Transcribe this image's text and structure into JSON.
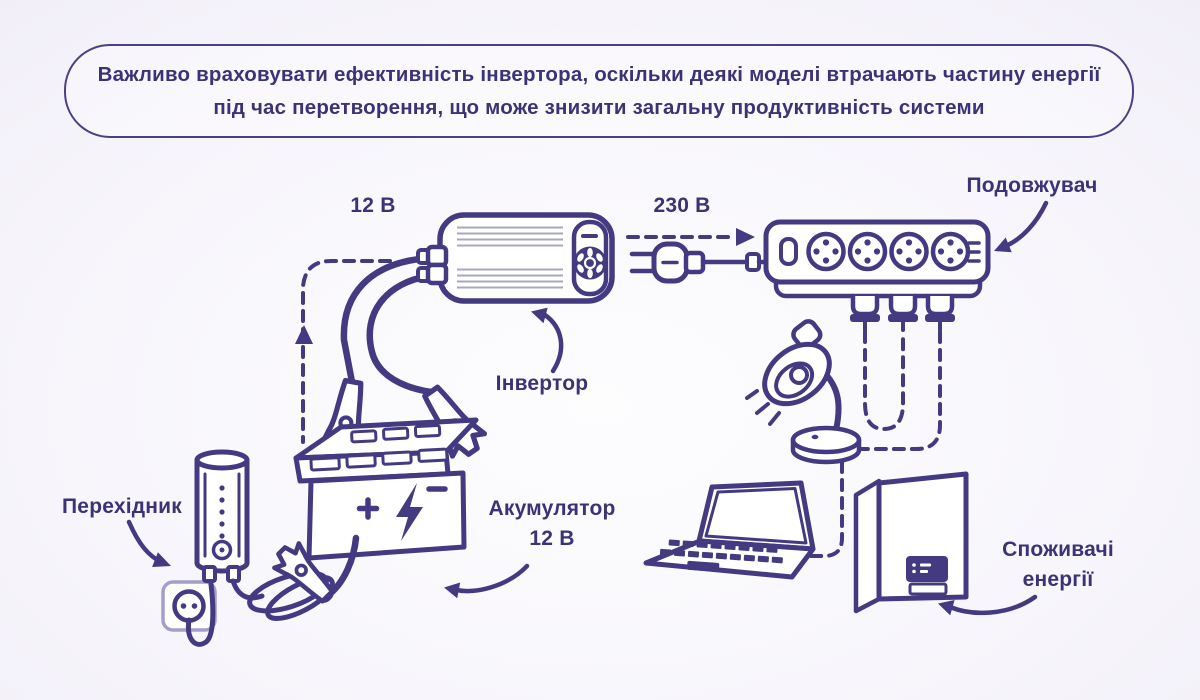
{
  "header": {
    "line1": "Важливо враховувати ефективність інвертора, оскільки деякі моделі втрачають частину енергії",
    "line2": "під час перетворення, що може знизити загальну продуктивність системи"
  },
  "labels": {
    "dc_voltage": "12 В",
    "ac_voltage": "230 В",
    "power_strip": "Подовжувач",
    "inverter": "Інвертор",
    "adapter": "Перехідник",
    "battery_line1": "Акумулятор",
    "battery_line2": "12 В",
    "consumers_line1": "Споживачі",
    "consumers_line2": "енергії"
  },
  "colors": {
    "line": "#443a82",
    "text": "#3c3377",
    "vent": "#a9a7c0",
    "socket_frame": "#a49fc9",
    "bg_edge": "#e7e3f2"
  }
}
